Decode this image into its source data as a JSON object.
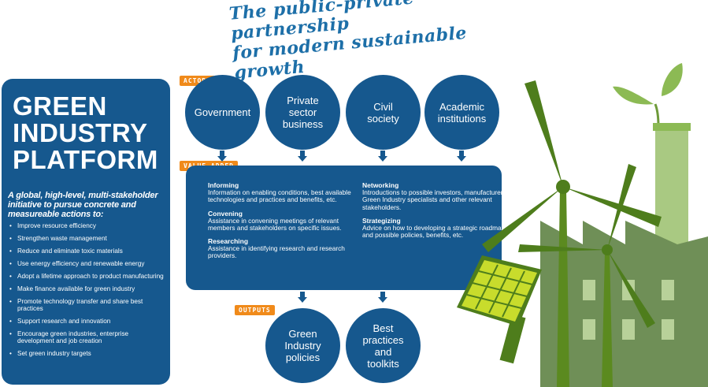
{
  "title": {
    "line1": "The public-private partnership",
    "line2": "for modern sustainable growth"
  },
  "platform": {
    "title_line1": "GREEN",
    "title_line2": "INDUSTRY",
    "title_line3": "PLATFORM",
    "intro": "A global, high-level, multi-stakeholder initiative to pursue concrete and measureable actions to:",
    "items": [
      "Improve resource efficiency",
      "Strengthen waste management",
      "Reduce and eliminate toxic materials",
      "Use energy efficiency and renewable energy",
      "Adopt a lifetime approach to product manufacturing",
      "Make finance available for green industry",
      "Promote technology transfer and share best practices",
      "Support research and innovation",
      "Encourage green industries, enterprise development and job creation",
      "Set green industry targets"
    ]
  },
  "tags": {
    "actors": "ACTORS",
    "value_added": "VALUE-ADDED",
    "outputs": "OUTPUTS"
  },
  "actors": [
    {
      "line1": "Government",
      "line2": "",
      "line3": ""
    },
    {
      "line1": "Private",
      "line2": "sector",
      "line3": "business"
    },
    {
      "line1": "Civil",
      "line2": "society",
      "line3": ""
    },
    {
      "line1": "Academic",
      "line2": "institutions",
      "line3": ""
    }
  ],
  "value_added": {
    "informing": {
      "head": "Informing",
      "text": "Information on enabling conditions, best available technologies and practices and benefits, etc."
    },
    "convening": {
      "head": "Convening",
      "text": "Assistance in convening meetings of relevant members and stakeholders on specific issues."
    },
    "researching": {
      "head": "Researching",
      "text": "Assistance in identifying research and research providers."
    },
    "networking": {
      "head": "Networking",
      "text": "Introductions to possible investors, manufacturers, Green Industry specialists and other relevant stakeholders."
    },
    "strategizing": {
      "head": "Strategizing",
      "text": "Advice on how to developing a strategic roadmap and possible policies, benefits, etc."
    }
  },
  "outputs": [
    {
      "line1": "Green",
      "line2": "Industry",
      "line3": "policies"
    },
    {
      "line1": "Best",
      "line2": "practices",
      "line3": "and",
      "line4": "toolkits"
    }
  ],
  "colors": {
    "blue": "#16588e",
    "orange": "#f08a1a",
    "green_dark": "#4e7d1c",
    "green_light": "#8cba54",
    "solar": "#c8dc2c"
  }
}
